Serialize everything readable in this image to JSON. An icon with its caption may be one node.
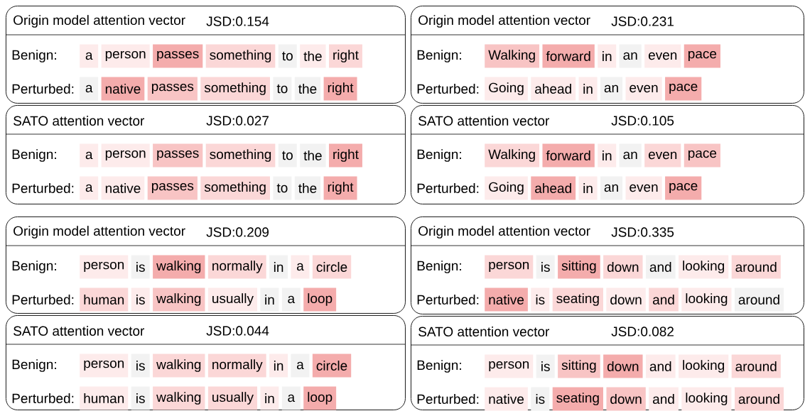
{
  "diagram": {
    "nodes": [
      {
        "text": [
          "Origin model attention vector",
          "JSD:0.154",
          "Benign:",
          "Perturbed:"
        ]
      },
      {
        "text": [
          "a"
        ],
        "in": 0
      },
      {
        "text": [
          "person"
        ],
        "in": 0
      },
      {
        "text": [
          "passes"
        ],
        "in": 0
      },
      {
        "text": [
          "something"
        ],
        "in": 0
      },
      {
        "text": [
          "to"
        ],
        "in": 0
      },
      {
        "text": [
          "the"
        ],
        "in": 0
      },
      {
        "text": [
          "right"
        ],
        "in": 0
      },
      {
        "text": [
          "a"
        ],
        "in": 0
      },
      {
        "text": [
          "native"
        ],
        "in": 0
      },
      {
        "text": [
          "passes"
        ],
        "in": 0
      },
      {
        "text": [
          "something"
        ],
        "in": 0
      },
      {
        "text": [
          "to"
        ],
        "in": 0
      },
      {
        "text": [
          "the"
        ],
        "in": 0
      },
      {
        "text": [
          "right"
        ],
        "in": 0
      },
      {
        "text": [
          "SATO attention vector",
          "JSD:0.027",
          "Benign:",
          "Perturbed:"
        ]
      },
      {
        "text": [
          "a"
        ],
        "in": 15
      },
      {
        "text": [
          "person"
        ],
        "in": 15
      },
      {
        "text": [
          "passes"
        ],
        "in": 15
      },
      {
        "text": [
          "something"
        ],
        "in": 15
      },
      {
        "text": [
          "to"
        ],
        "in": 15
      },
      {
        "text": [
          "the"
        ],
        "in": 15
      },
      {
        "text": [
          "right"
        ],
        "in": 15
      },
      {
        "text": [
          "a"
        ],
        "in": 15
      },
      {
        "text": [
          "native"
        ],
        "in": 15
      },
      {
        "text": [
          "passes"
        ],
        "in": 15
      },
      {
        "text": [
          "something"
        ],
        "in": 15
      },
      {
        "text": [
          "to"
        ],
        "in": 15
      },
      {
        "text": [
          "the"
        ],
        "in": 15
      },
      {
        "text": [
          "right"
        ],
        "in": 15
      },
      {
        "text": [
          "Origin model attention vector",
          "JSD:0.231",
          "Benign:",
          "Perturbed:"
        ]
      },
      {
        "text": [
          "Walking"
        ],
        "in": 30
      },
      {
        "text": [
          "forward"
        ],
        "in": 30
      },
      {
        "text": [
          "in"
        ],
        "in": 30
      },
      {
        "text": [
          "an"
        ],
        "in": 30
      },
      {
        "text": [
          "even"
        ],
        "in": 30
      },
      {
        "text": [
          "pace"
        ],
        "in": 30
      },
      {
        "text": [
          "Going"
        ],
        "in": 30
      },
      {
        "text": [
          "ahead"
        ],
        "in": 30
      },
      {
        "text": [
          "in"
        ],
        "in": 30
      },
      {
        "text": [
          "an"
        ],
        "in": 30
      },
      {
        "text": [
          "even"
        ],
        "in": 30
      },
      {
        "text": [
          "pace"
        ],
        "in": 30
      },
      {
        "text": [
          "SATO attention vector",
          "JSD:0.105",
          "Benign:",
          "Perturbed:"
        ]
      },
      {
        "text": [
          "Walking"
        ],
        "in": 43
      },
      {
        "text": [
          "forward"
        ],
        "in": 43
      },
      {
        "text": [
          "in"
        ],
        "in": 43
      },
      {
        "text": [
          "an"
        ],
        "in": 43
      },
      {
        "text": [
          "even"
        ],
        "in": 43
      },
      {
        "text": [
          "pace"
        ],
        "in": 43
      },
      {
        "text": [
          "Going"
        ],
        "in": 43
      },
      {
        "text": [
          "ahead"
        ],
        "in": 43
      },
      {
        "text": [
          "in"
        ],
        "in": 43
      },
      {
        "text": [
          "an"
        ],
        "in": 43
      },
      {
        "text": [
          "even"
        ],
        "in": 43
      },
      {
        "text": [
          "pace"
        ],
        "in": 43
      },
      {
        "text": [
          "Origin model attention vector",
          "JSD:0.209",
          "Benign:",
          "Perturbed:"
        ]
      },
      {
        "text": [
          "person"
        ],
        "in": 56
      },
      {
        "text": [
          "is"
        ],
        "in": 56
      },
      {
        "text": [
          "walking"
        ],
        "in": 56
      },
      {
        "text": [
          "normally"
        ],
        "in": 56
      },
      {
        "text": [
          "in"
        ],
        "in": 56
      },
      {
        "text": [
          "a"
        ],
        "in": 56
      },
      {
        "text": [
          "circle"
        ],
        "in": 56
      },
      {
        "text": [
          "human"
        ],
        "in": 56
      },
      {
        "text": [
          "is"
        ],
        "in": 56
      },
      {
        "text": [
          "walking"
        ],
        "in": 56
      },
      {
        "text": [
          "usually"
        ],
        "in": 56
      },
      {
        "text": [
          "in"
        ],
        "in": 56
      },
      {
        "text": [
          "a"
        ],
        "in": 56
      },
      {
        "text": [
          "loop"
        ],
        "in": 56
      },
      {
        "text": [
          "SATO attention vector",
          "JSD:0.044",
          "Benign:",
          "Perturbed:"
        ]
      },
      {
        "text": [
          "person"
        ],
        "in": 71
      },
      {
        "text": [
          "is"
        ],
        "in": 71
      },
      {
        "text": [
          "walking"
        ],
        "in": 71
      },
      {
        "text": [
          "normally"
        ],
        "in": 71
      },
      {
        "text": [
          "in"
        ],
        "in": 71
      },
      {
        "text": [
          "a"
        ],
        "in": 71
      },
      {
        "text": [
          "circle"
        ],
        "in": 71
      },
      {
        "text": [
          "human"
        ],
        "in": 71
      },
      {
        "text": [
          "is"
        ],
        "in": 71
      },
      {
        "text": [
          "walking"
        ],
        "in": 71
      },
      {
        "text": [
          "usually"
        ],
        "in": 71
      },
      {
        "text": [
          "in"
        ],
        "in": 71
      },
      {
        "text": [
          "a"
        ],
        "in": 71
      },
      {
        "text": [
          "loop"
        ],
        "in": 71
      },
      {
        "text": [
          "Origin model attention vector",
          "JSD:0.335",
          "Benign:",
          "Perturbed:"
        ]
      },
      {
        "text": [
          "person"
        ],
        "in": 86
      },
      {
        "text": [
          "is"
        ],
        "in": 86
      },
      {
        "text": [
          "sitting"
        ],
        "in": 86
      },
      {
        "text": [
          "down"
        ],
        "in": 86
      },
      {
        "text": [
          "and"
        ],
        "in": 86
      },
      {
        "text": [
          "looking"
        ],
        "in": 86
      },
      {
        "text": [
          "around"
        ],
        "in": 86
      },
      {
        "text": [
          "native"
        ],
        "in": 86
      },
      {
        "text": [
          "is"
        ],
        "in": 86
      },
      {
        "text": [
          "seating"
        ],
        "in": 86
      },
      {
        "text": [
          "down"
        ],
        "in": 86
      },
      {
        "text": [
          "and"
        ],
        "in": 86
      },
      {
        "text": [
          "looking"
        ],
        "in": 86
      },
      {
        "text": [
          "around"
        ],
        "in": 86
      },
      {
        "text": [
          "SATO attention vector",
          "JSD:0.082",
          "Benign:",
          "Perturbed:"
        ]
      },
      {
        "text": [
          "person"
        ],
        "in": 101
      },
      {
        "text": [
          "is"
        ],
        "in": 101
      },
      {
        "text": [
          "sitting"
        ],
        "in": 101
      },
      {
        "text": [
          "down"
        ],
        "in": 101
      },
      {
        "text": [
          "and"
        ],
        "in": 101
      },
      {
        "text": [
          "looking"
        ],
        "in": 101
      },
      {
        "text": [
          "around"
        ],
        "in": 101
      },
      {
        "text": [
          "native"
        ],
        "in": 101
      },
      {
        "text": [
          "is"
        ],
        "in": 101
      },
      {
        "text": [
          "seating"
        ],
        "in": 101
      },
      {
        "text": [
          "down"
        ],
        "in": 101
      },
      {
        "text": [
          "and"
        ],
        "in": 101
      },
      {
        "text": [
          "looking"
        ],
        "in": 101
      },
      {
        "text": [
          "around"
        ],
        "in": 101
      }
    ]
  }
}
